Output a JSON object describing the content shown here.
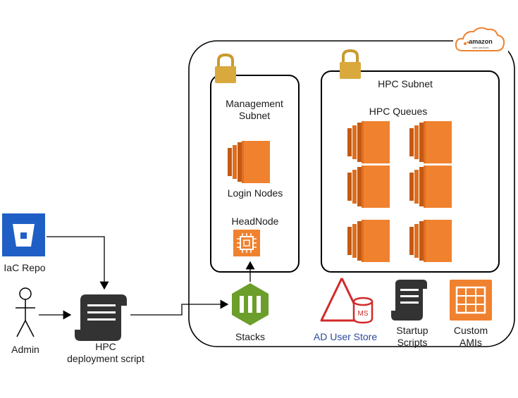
{
  "cloud": {
    "provider_logo_text": "amazon",
    "provider_logo_subtext": "web services"
  },
  "management_subnet": {
    "title_line1": "Management",
    "title_line2": "Subnet",
    "login_nodes_label": "Login Nodes",
    "headnode_label": "HeadNode"
  },
  "hpc_subnet": {
    "title": "HPC Subnet",
    "queues_label": "HPC Queues"
  },
  "left_actors": {
    "iac_repo_label": "IaC Repo",
    "admin_label": "Admin",
    "script_line1": "HPC",
    "script_line2": "deployment script"
  },
  "cloud_services": {
    "stacks_label": "Stacks",
    "ad_label": "AD User Store",
    "ad_badge": "MS",
    "startup_line1": "Startup",
    "startup_line2": "Scripts",
    "amis_line1": "Custom",
    "amis_line2": "AMIs"
  },
  "colors": {
    "ec2_orange": "#f0812e",
    "ec2_dark": "#c25a14",
    "bitbucket_blue": "#1f5fc5",
    "stacks_green": "#6b9e2a",
    "ad_red": "#d12a2a",
    "lock_gold": "#d9a93d",
    "ad_text": "#2b4a9e"
  }
}
